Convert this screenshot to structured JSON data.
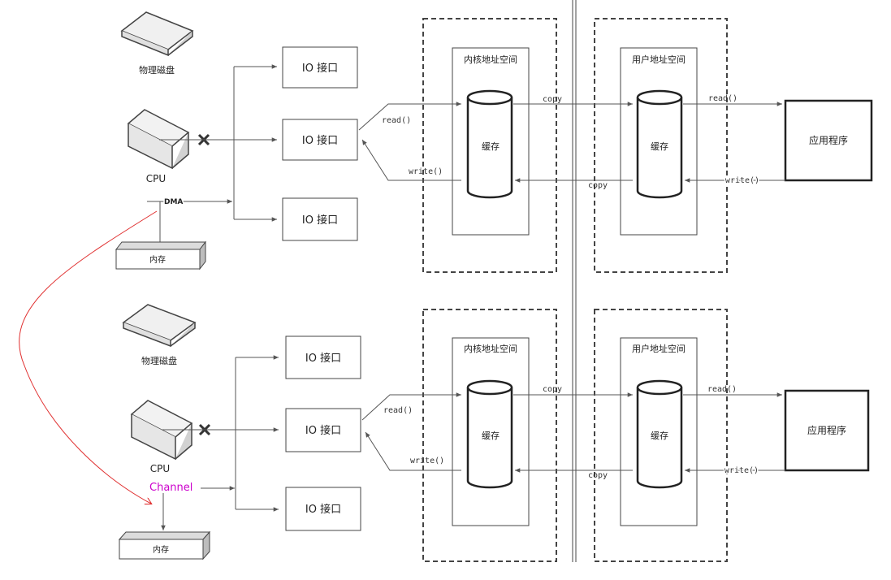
{
  "panels": [
    {
      "disk_label": "物理磁盘",
      "cpu_label": "CPU",
      "bus_label": "DMA",
      "memory_label": "内存",
      "io_labels": [
        "IO 接口",
        "IO 接口",
        "IO 接口"
      ],
      "kernel_space_label": "内核地址空间",
      "kernel_cache_label": "缓存",
      "user_space_label": "用户地址空间",
      "user_cache_label": "缓存",
      "app_label": "应用程序",
      "read_label_1": "read()",
      "write_label_1": "write()",
      "copy_top_label": "copy",
      "copy_bottom_label": "copy",
      "read_label_2": "read()",
      "write_label_2": "write()"
    },
    {
      "disk_label": "物理磁盘",
      "cpu_label": "CPU",
      "bus_label": "Channel",
      "memory_label": "内存",
      "io_labels": [
        "IO 接口",
        "IO 接口",
        "IO 接口"
      ],
      "kernel_space_label": "内核地址空间",
      "kernel_cache_label": "缓存",
      "user_space_label": "用户地址空间",
      "user_cache_label": "缓存",
      "app_label": "应用程序",
      "read_label_1": "read()",
      "write_label_1": "write()",
      "copy_top_label": "copy",
      "copy_bottom_label": "copy",
      "read_label_2": "read()",
      "write_label_2": "write()"
    }
  ],
  "colors": {
    "line": "#555555",
    "box_border": "#333333",
    "highlight_text": "#cc00cc",
    "annotation_curve": "#e03030"
  }
}
